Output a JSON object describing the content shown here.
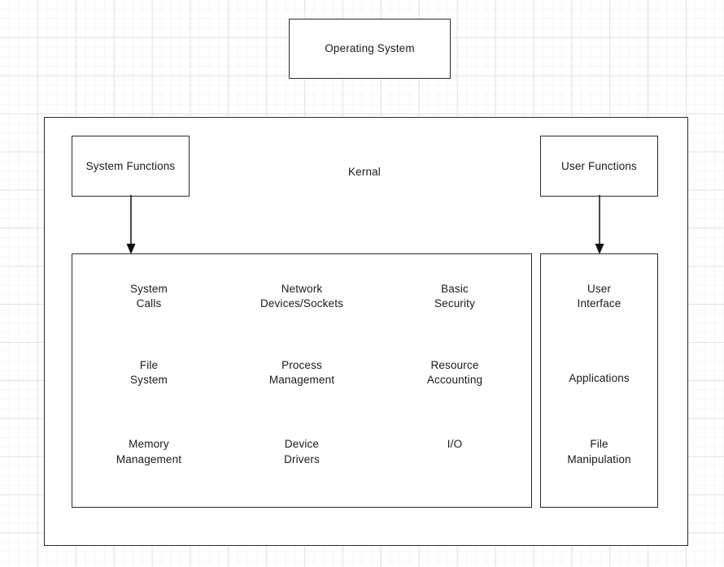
{
  "diagram": {
    "title_box": {
      "label": "Operating System"
    },
    "kernal": {
      "title": "Kernal"
    },
    "system_functions": {
      "label": "System Functions"
    },
    "user_functions": {
      "label": "User Functions"
    },
    "kernal_services": [
      {
        "label": "System\nCalls"
      },
      {
        "label": "Network\nDevices/Sockets"
      },
      {
        "label": "Basic\nSecurity"
      },
      {
        "label": "File\nSystem"
      },
      {
        "label": "Process\nManagement"
      },
      {
        "label": "Resource\nAccounting"
      },
      {
        "label": "Memory\nManagement"
      },
      {
        "label": "Device\nDrivers"
      },
      {
        "label": "I/O"
      }
    ],
    "user_services": [
      {
        "label": "User\nInterface"
      },
      {
        "label": "Applications"
      },
      {
        "label": "File\nManipulation"
      }
    ],
    "colors": {
      "stroke": "#2b2b2b",
      "text": "#1a1a1a",
      "background": "#ffffff",
      "grid_minor": "#f6f6f6",
      "grid_major": "#e2e2e2"
    }
  }
}
